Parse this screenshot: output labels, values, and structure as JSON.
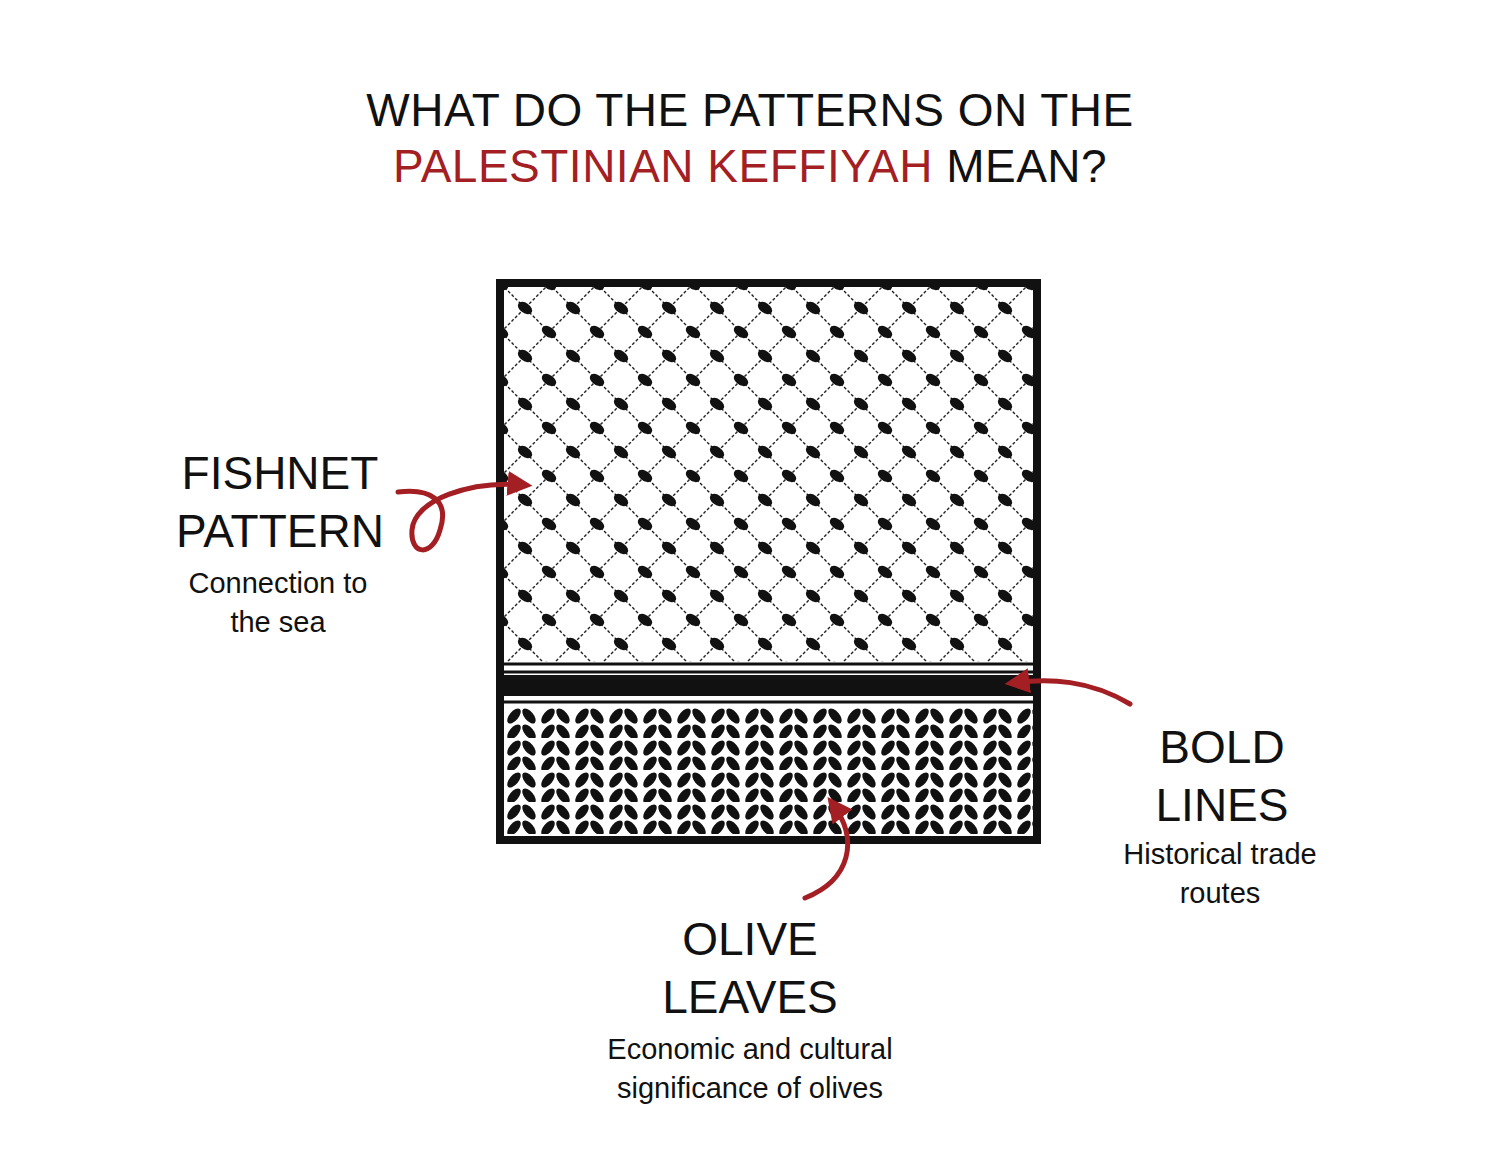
{
  "diagram": {
    "title": "WHAT DO THE PATTERNS ON THE PALESTINIAN KEFFIYAH MEAN?",
    "labels": [
      "FISHNET PATTERN",
      "Connection to the sea",
      "BOLD LINES",
      "Historical trade routes",
      "OLIVE LEAVES",
      "Economic and cultural significance of olives"
    ]
  }
}
